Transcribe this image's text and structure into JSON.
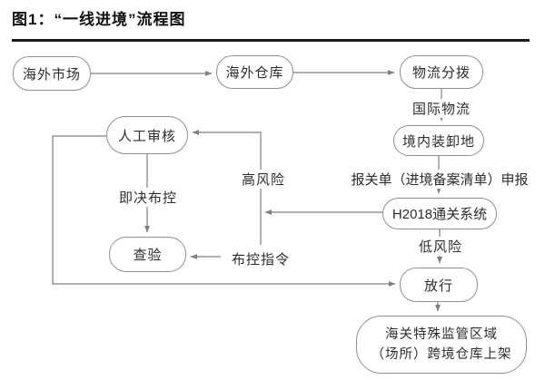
{
  "title": "图1：“一线进境”流程图",
  "flowchart": {
    "nodes": {
      "overseas_market": "海外市场",
      "overseas_warehouse": "海外仓库",
      "logistics_distribution": "物流分拨",
      "domestic_loading": "境内装卸地",
      "h2018_system": "H2018通关系统",
      "release": "放行",
      "special_zone_line1": "海关特殊监管区域",
      "special_zone_line2": "（场所）跨境仓库上架",
      "manual_review": "人工审核",
      "inspection": "查验"
    },
    "edge_labels": {
      "international_logistics": "国际物流",
      "declaration": "报关单（进境备案清单）申报",
      "low_risk": "低风险",
      "high_risk": "高风险",
      "immediate_control": "即决布控",
      "control_instruction": "布控指令"
    },
    "colors": {
      "line": "#7f7f7f",
      "node_border": "#909090",
      "text": "#2d2d2d",
      "title": "#111111"
    }
  }
}
